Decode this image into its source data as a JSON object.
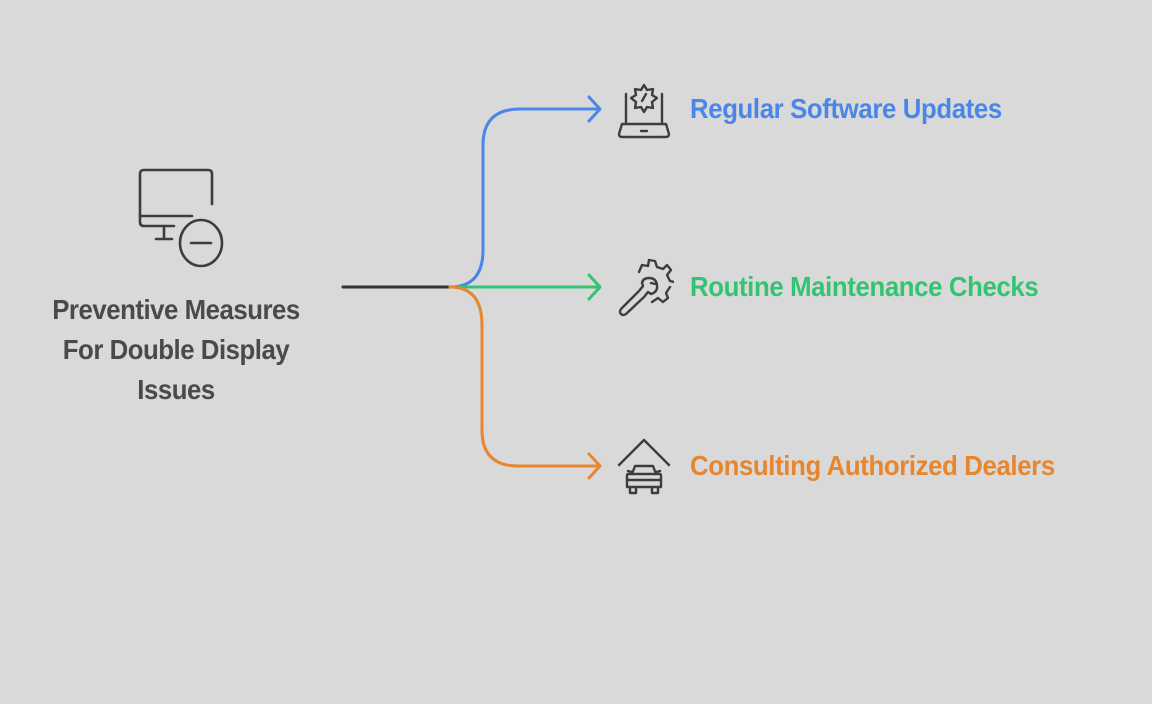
{
  "root": {
    "title": "Preventive Measures For Double Display Issues",
    "title_lines": [
      "Preventive Measures",
      "For Double Display",
      "Issues"
    ],
    "icon": "monitor-minus-icon"
  },
  "branches": [
    {
      "label": "Regular Software Updates",
      "icon": "laptop-gear-icon",
      "color": "#4a86e8"
    },
    {
      "label": "Routine Maintenance Checks",
      "icon": "wrench-gear-icon",
      "color": "#34c471"
    },
    {
      "label": "Consulting Authorized Dealers",
      "icon": "car-garage-icon",
      "color": "#e6862e"
    }
  ],
  "colors": {
    "background": "#d9d9d9",
    "root_text": "#4a4a4a",
    "stem": "#333333",
    "icon_stroke": "#3d3d3d"
  }
}
